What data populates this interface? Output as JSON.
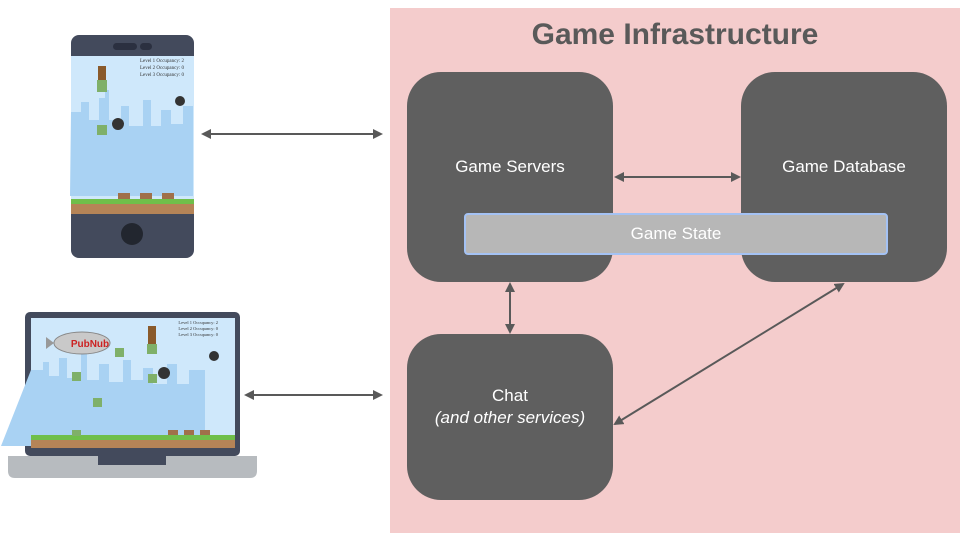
{
  "diagram": {
    "title": "Game Infrastructure",
    "nodes": {
      "game_servers": "Game Servers",
      "game_database": "Game Database",
      "game_state": "Game State",
      "chat": "Chat",
      "chat_sub": "(and other services)"
    },
    "devices": {
      "phone_hud": [
        "Level 1 Occupancy: 2",
        "Level 2 Occupancy: 0",
        "Level 3 Occupancy: 0"
      ],
      "laptop_hud": [
        "Level 1 Occupancy: 2",
        "Level 2 Occupancy: 0",
        "Level 3 Occupancy: 0"
      ],
      "blimp_text": "PubNub"
    },
    "colors": {
      "panel": "#f4cccc",
      "node": "#5f5f5f",
      "state_bar": "#b7b7b7",
      "state_border": "#a4c2f4",
      "arrow": "#595959"
    }
  }
}
